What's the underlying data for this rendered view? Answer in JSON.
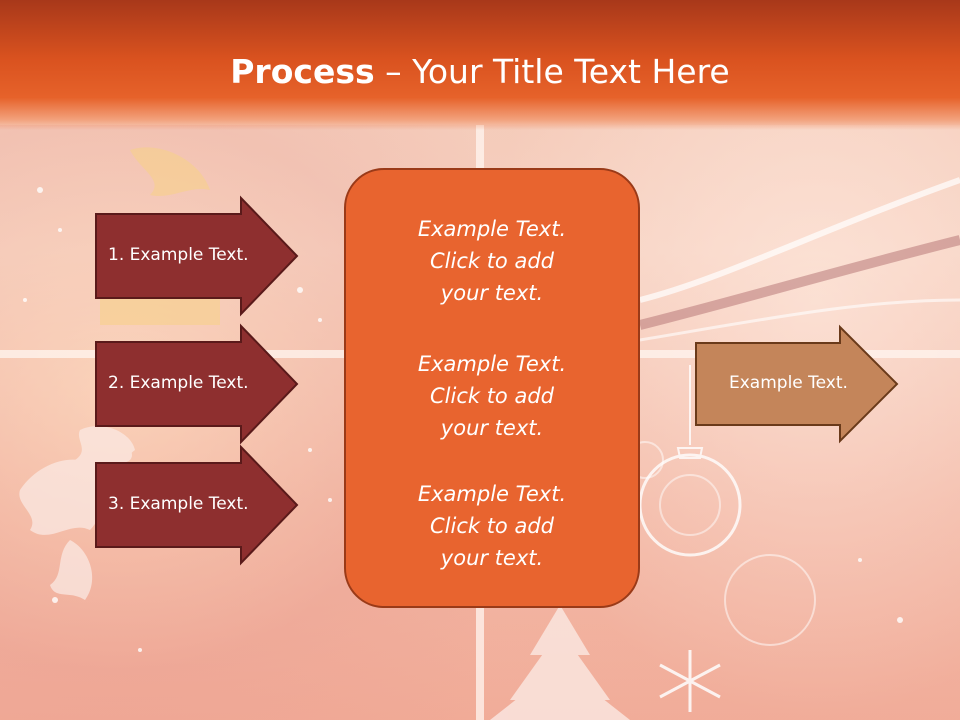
{
  "slide": {
    "title_bold": "Process",
    "title_rest": " – Your Title Text Here"
  },
  "left_arrows": [
    {
      "label": "1. Example Text."
    },
    {
      "label": "2. Example Text."
    },
    {
      "label": "3. Example Text."
    }
  ],
  "center_box": {
    "paragraphs": [
      {
        "line1": "Example Text.",
        "line2": "Click  to add",
        "line3": "your text."
      },
      {
        "line1": "Example Text.",
        "line2": "Click  to add",
        "line3": "your text."
      },
      {
        "line1": "Example Text.",
        "line2": "Click  to add",
        "line3": "your text."
      }
    ]
  },
  "right_arrow": {
    "label": "Example Text."
  },
  "colors": {
    "header": "#d9521f",
    "left_arrow_fill": "#8e2f2f",
    "center_fill": "#e8642f",
    "right_arrow_fill": "#c4855a"
  }
}
